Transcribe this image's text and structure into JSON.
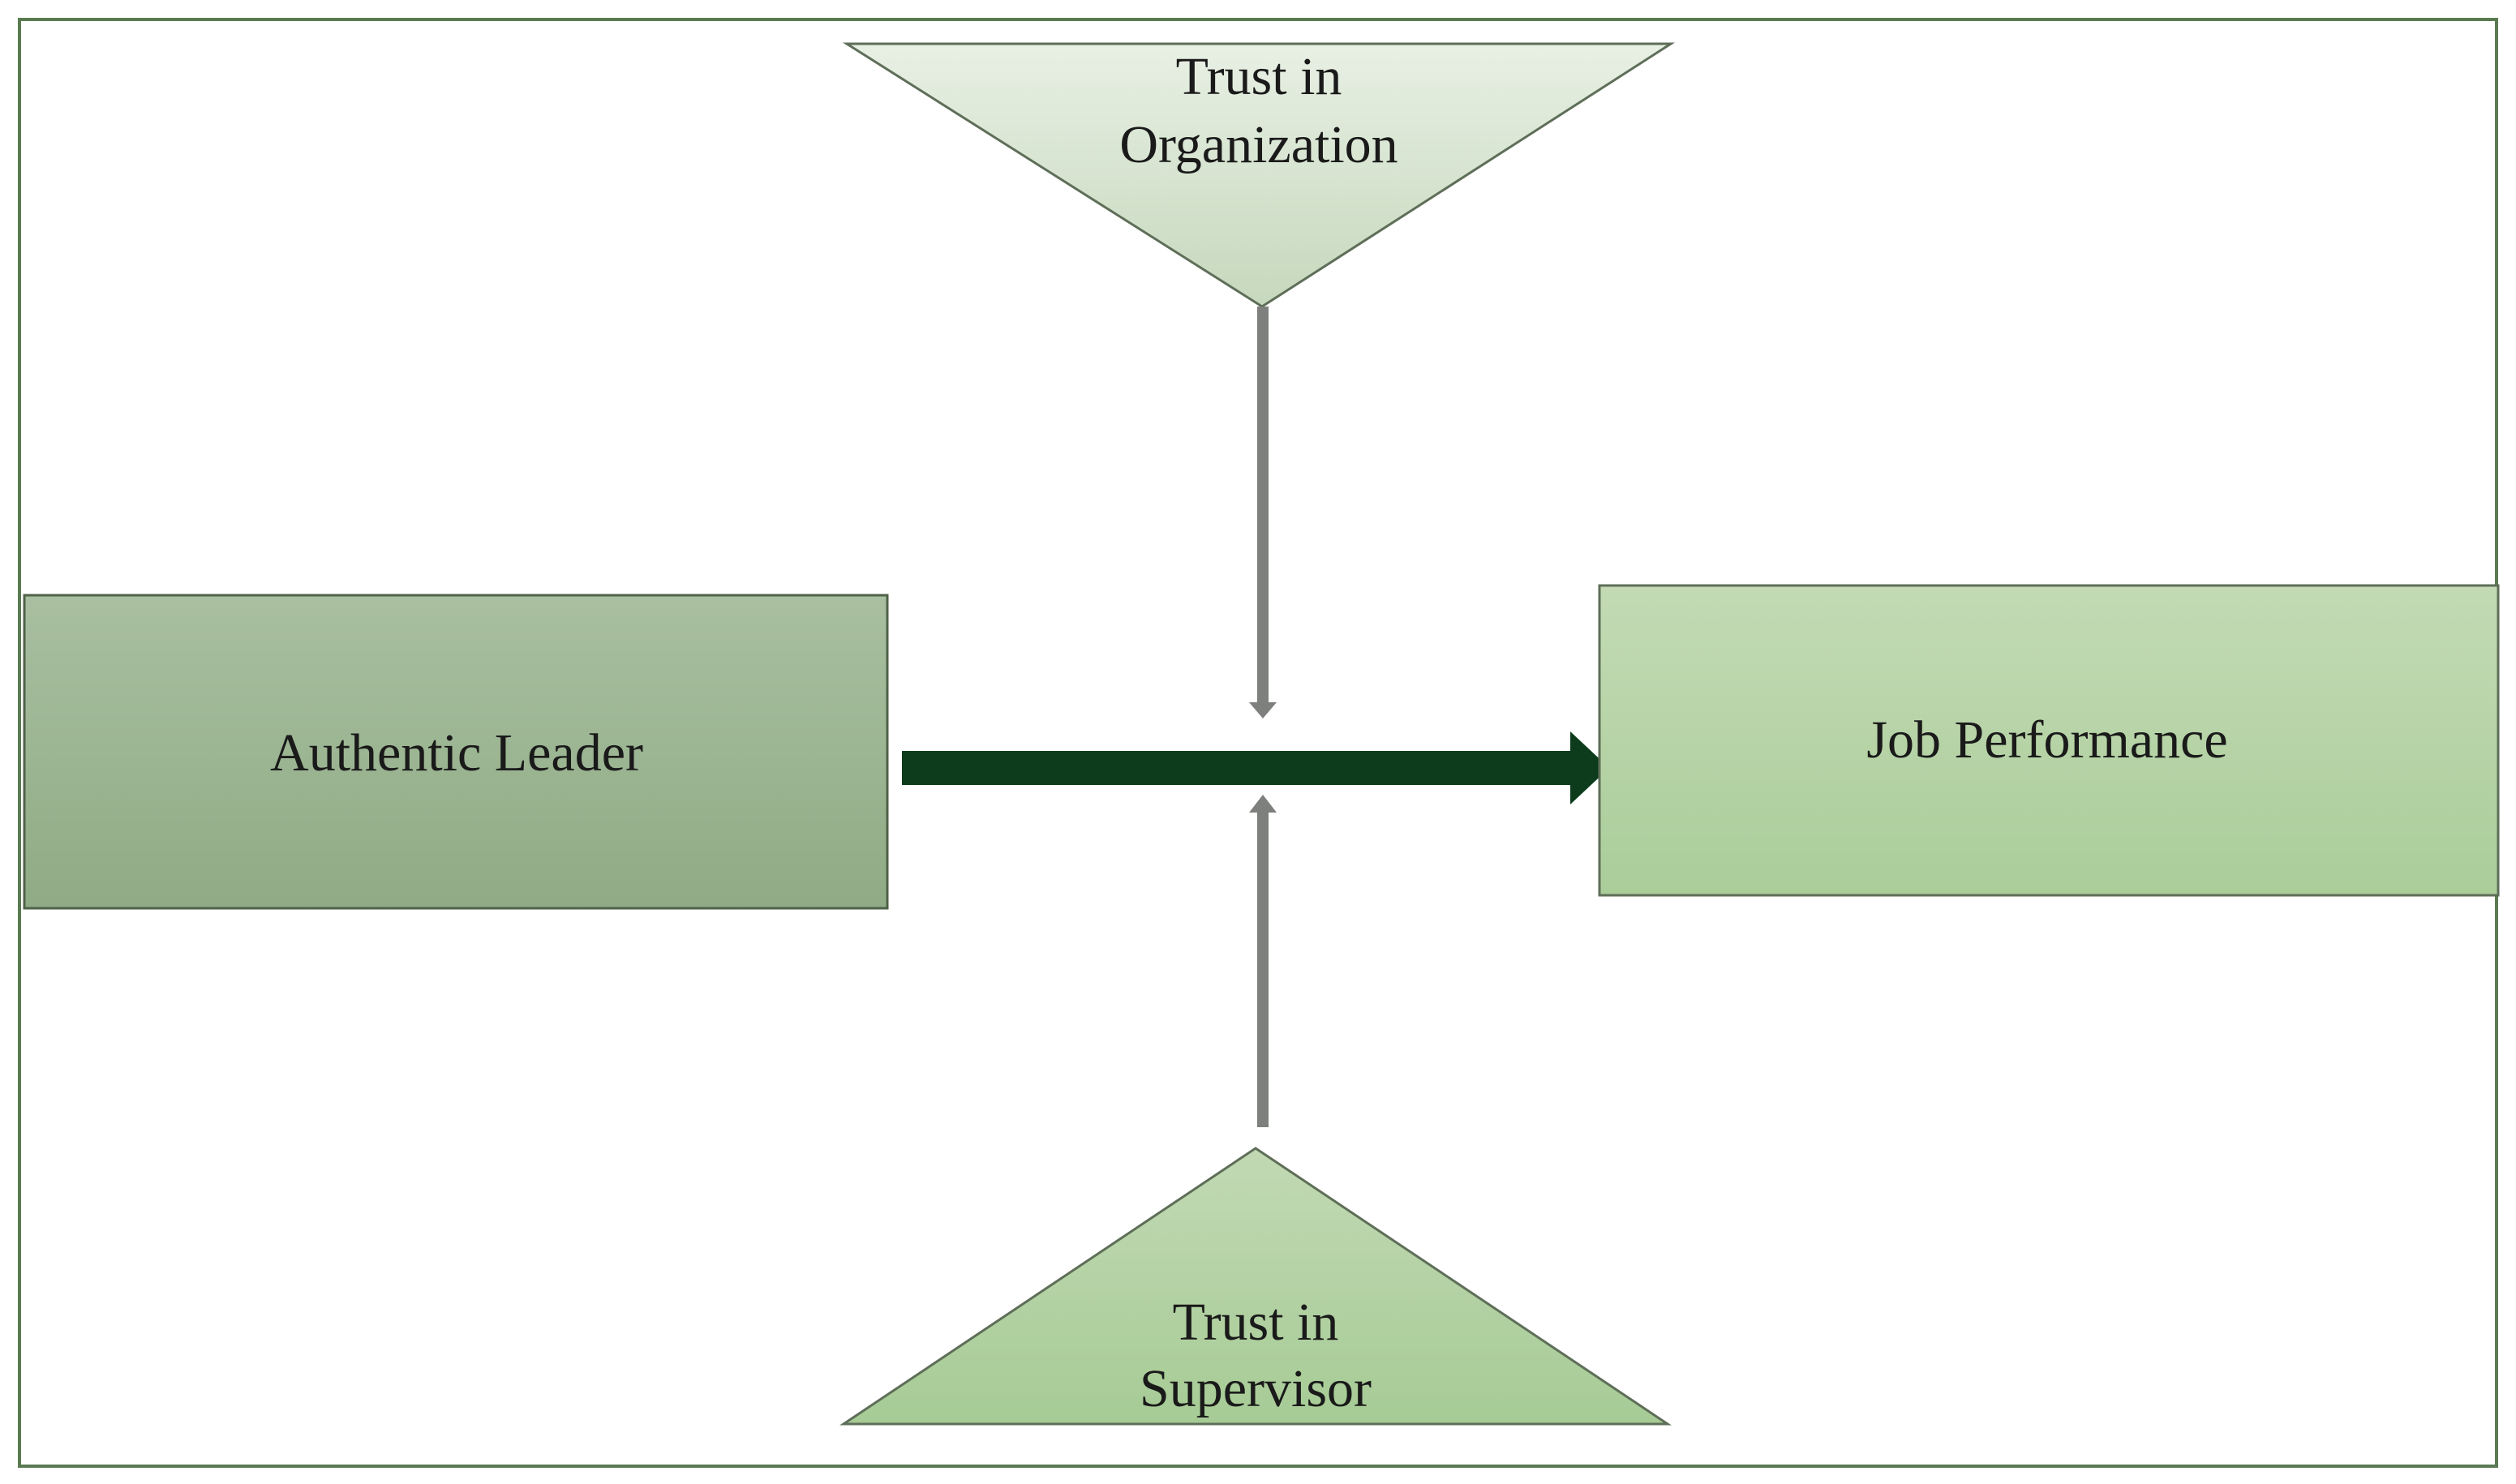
{
  "nodes": {
    "trust_in_organization": {
      "line1": "Trust in",
      "line2": "Organization"
    },
    "trust_in_supervisor": {
      "line1": "Trust in",
      "line2": "Supervisor"
    },
    "authentic_leader": {
      "label": "Authentic Leader"
    },
    "job_performance": {
      "label": "Job Performance"
    }
  },
  "colors": {
    "frame_border": "#5a7a52",
    "shape_border": "#5e6e58",
    "main_arrow": "#0c3c1c",
    "moderator_arrow": "#7d807c"
  }
}
